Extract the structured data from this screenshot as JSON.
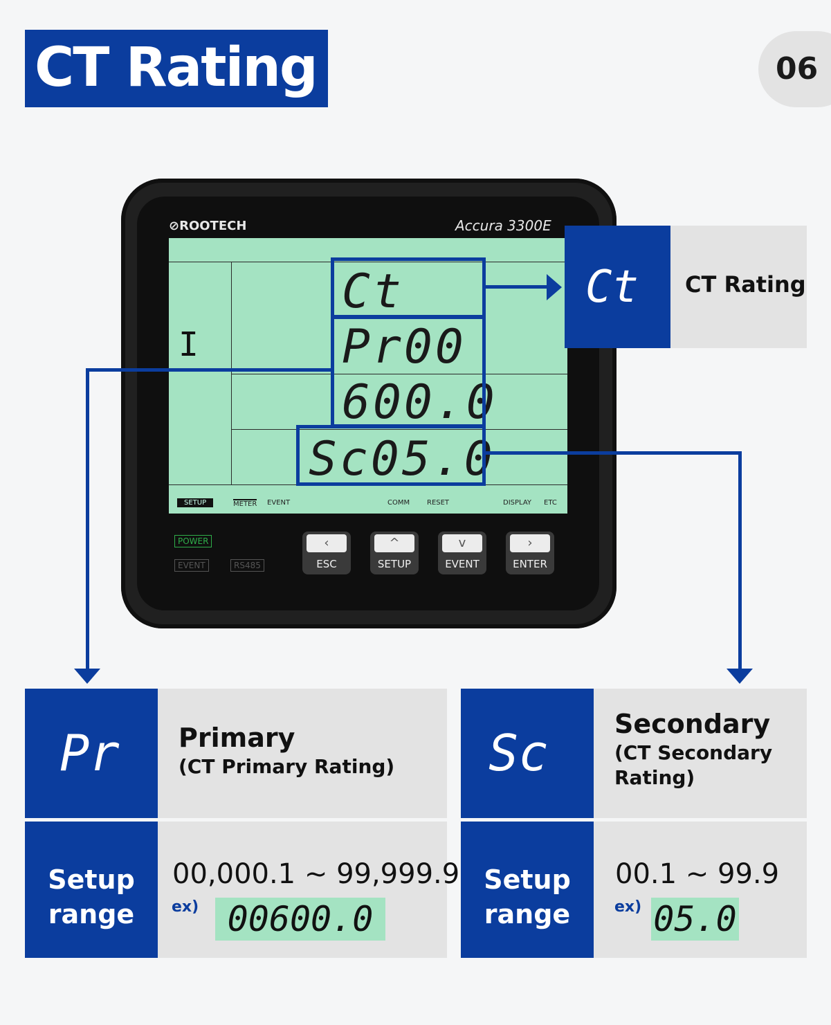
{
  "header": {
    "title": "CT Rating",
    "page_number": "06"
  },
  "device": {
    "brand": "ROOTECH",
    "model": "Accura 3300E",
    "lcd": {
      "channel": "I",
      "row1": "Ct",
      "row2": "Pr00",
      "row3": "600.0",
      "row4": "Sc05.0",
      "status_labels": [
        "SETUP",
        "METER",
        "EVENT",
        "COMM",
        "RESET",
        "DISPLAY",
        "ETC"
      ]
    },
    "leds": [
      "POWER",
      "EVENT",
      "RS485"
    ],
    "buttons": [
      {
        "glyph": "‹",
        "label": "ESC"
      },
      {
        "glyph": "^",
        "label": "SETUP"
      },
      {
        "glyph": "v",
        "label": "EVENT"
      },
      {
        "glyph": "›",
        "label": "ENTER"
      }
    ]
  },
  "callout_ct": {
    "code": "Ct",
    "label": "CT Rating"
  },
  "primary": {
    "code": "Pr",
    "title": "Primary",
    "subtitle": "(CT Primary Rating)",
    "setup_label_1": "Setup",
    "setup_label_2": "range",
    "range": "00,000.1 ~ 99,999.9",
    "ex_label": "ex)",
    "example": "00600.0"
  },
  "secondary": {
    "code": "Sc",
    "title": "Secondary",
    "subtitle_1": "(CT Secondary",
    "subtitle_2": "Rating)",
    "setup_label_1": "Setup",
    "setup_label_2": "range",
    "range": "00.1 ~ 99.9",
    "ex_label": "ex)",
    "example": "05.0"
  },
  "colors": {
    "accent": "#0b3d9e",
    "lcd": "#a4e3c2",
    "panel": "#e3e3e3"
  }
}
